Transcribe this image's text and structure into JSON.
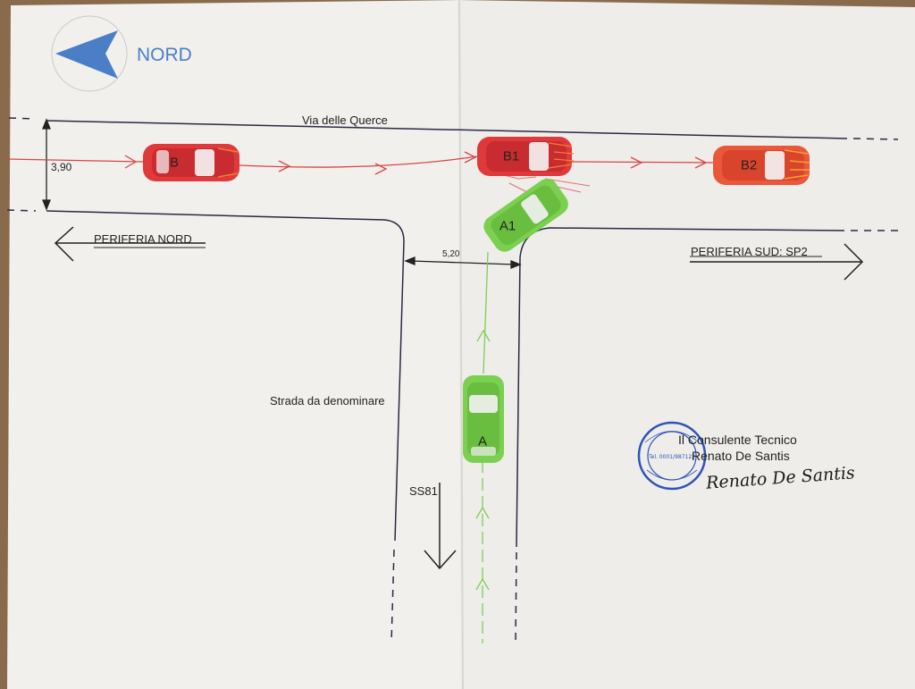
{
  "compass": {
    "label": "NORD",
    "arrow_color": "#4a7fc8"
  },
  "roads": {
    "main_road": "Via delle Querce",
    "side_road": "Strada da denominare",
    "road_ref": "SS81"
  },
  "directions": {
    "left": "PERIFERIA NORD",
    "right": "PERIFERIA SUD: SP2"
  },
  "measurements": {
    "main_road_width": "3,90",
    "side_road_width": "5,20"
  },
  "vehicles": {
    "B": "B",
    "B1": "B1",
    "B2": "B2",
    "A": "A",
    "A1": "A1",
    "red_color": "#e0393b",
    "green_color": "#7bd04f"
  },
  "signature": {
    "title": "Il Consulente Tecnico",
    "name": "Renato De Santis",
    "handwritten": "Renato De Santis",
    "stamp_text": "ARCH. R. DE SANTIS · Tel. 0001/987122 · S. OMERO"
  }
}
